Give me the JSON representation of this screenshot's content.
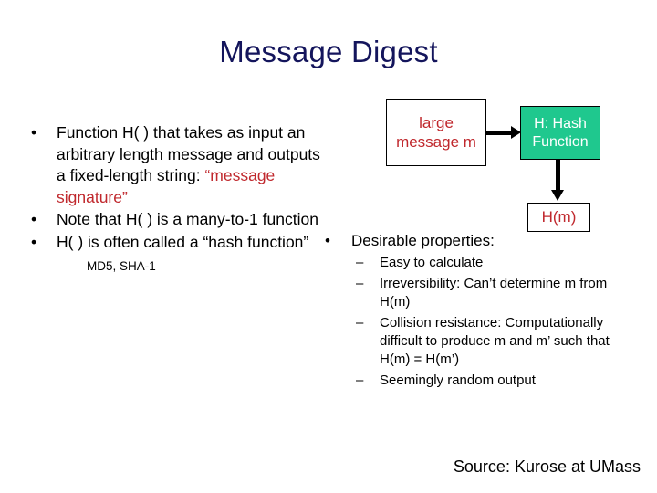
{
  "slide": {
    "title": "Message Digest",
    "title_color": "#14155C",
    "accent_red": "#C0282D",
    "hash_box_green": "#1FC88E",
    "background": "#ffffff"
  },
  "left_column": {
    "bullets": [
      {
        "text_before": "Function H( ) that takes as input an arbitrary length message and outputs a fixed-length string: ",
        "text_highlight": "“message signature”",
        "marker": "•"
      },
      {
        "text_before": "Note that H( ) is a many-to-1 function",
        "text_highlight": "",
        "marker": "•"
      },
      {
        "text_before": "H( ) is often called a “hash function”",
        "text_highlight": "",
        "marker": "•"
      }
    ],
    "sub_bullets": [
      {
        "marker": "–",
        "text": "MD5, SHA-1"
      }
    ]
  },
  "right_column": {
    "heading": {
      "marker": "•",
      "text": "Desirable properties:"
    },
    "sub_bullets": [
      {
        "marker": "–",
        "text": "Easy to calculate"
      },
      {
        "marker": "–",
        "text": "Irreversibility: Can’t determine m from H(m)"
      },
      {
        "marker": "–",
        "text": "Collision resistance: Computationally difficult to produce m and m’ such that H(m) = H(m’)"
      },
      {
        "marker": "–",
        "text": "Seemingly random output"
      }
    ]
  },
  "diagram": {
    "message_box": {
      "line1": "large",
      "line2": "message",
      "line3": "m",
      "text": "large message m"
    },
    "hash_box": {
      "line1": "H: Hash",
      "line2": "Function",
      "text": "H: Hash Function"
    },
    "output_box": {
      "text": "H(m)"
    },
    "arrows": [
      {
        "name": "message-to-hash",
        "direction": "right"
      },
      {
        "name": "hash-to-output",
        "direction": "down"
      }
    ]
  },
  "footer": {
    "source": "Source: Kurose at UMass"
  }
}
